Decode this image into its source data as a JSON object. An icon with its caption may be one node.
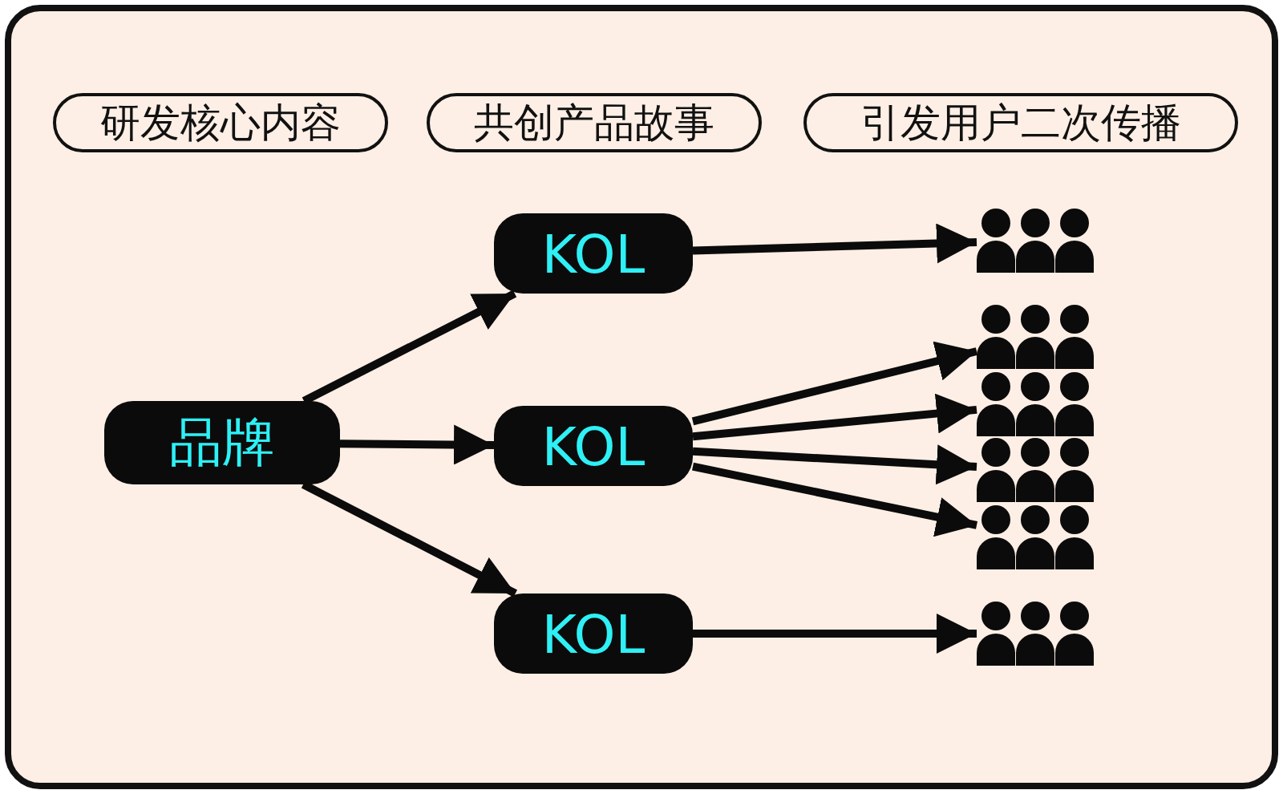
{
  "diagram": {
    "nodes": [
      {
        "text": [
          "研发核心内容"
        ]
      },
      {
        "text": [
          "共创产品故事"
        ]
      },
      {
        "text": [
          "引发用户二次传播"
        ]
      },
      {
        "text": [
          "品牌"
        ]
      },
      {
        "text": [
          "KOL"
        ]
      },
      {
        "text": [
          "KOL"
        ]
      },
      {
        "text": [
          "KOL"
        ]
      },
      {
        "text": [],
        "shape": "person"
      },
      {
        "text": [],
        "shape": "person"
      },
      {
        "text": [],
        "shape": "person"
      },
      {
        "text": [],
        "shape": "person"
      },
      {
        "text": [],
        "shape": "person"
      },
      {
        "text": [],
        "shape": "person"
      }
    ],
    "edges": [
      {
        "from": 3,
        "to": 4,
        "arrow": "to"
      },
      {
        "from": 3,
        "to": 5,
        "arrow": "to"
      },
      {
        "from": 3,
        "to": 6,
        "arrow": "to"
      },
      {
        "from": 4,
        "to": 7,
        "arrow": "to"
      },
      {
        "from": 5,
        "to": 8,
        "arrow": "to"
      },
      {
        "from": 5,
        "to": 9,
        "arrow": "to"
      },
      {
        "from": 5,
        "to": 10,
        "arrow": "to"
      },
      {
        "from": 5,
        "to": 11,
        "arrow": "to"
      },
      {
        "from": 6,
        "to": 12,
        "arrow": "to"
      }
    ]
  }
}
